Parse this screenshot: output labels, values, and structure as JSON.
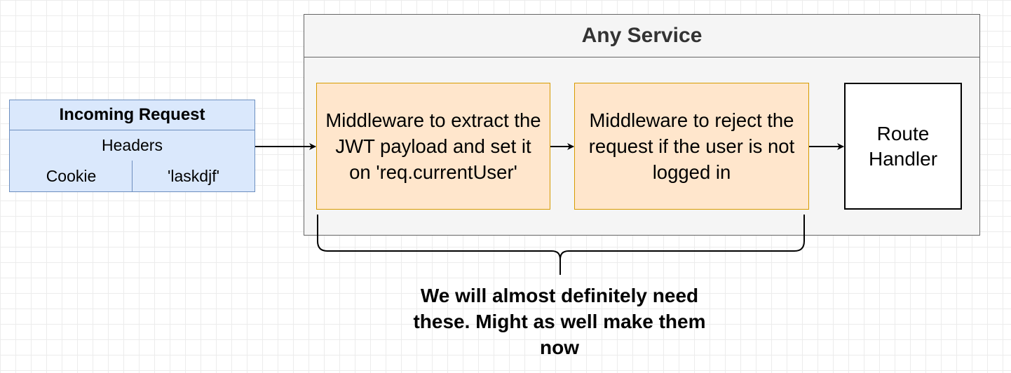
{
  "request": {
    "title": "Incoming Request",
    "headers_label": "Headers",
    "cookie_key": "Cookie",
    "cookie_value": "'laskdjf'"
  },
  "service": {
    "title": "Any Service",
    "middleware_extract": "Middleware to extract the JWT payload and set it on 'req.currentUser'",
    "middleware_reject": "Middleware to reject the request if the user is not logged in",
    "route_handler": "Route Handler"
  },
  "note": "We will almost definitely need these.  Might as well make them now",
  "colors": {
    "request_fill": "#dae8fc",
    "request_border": "#6c8ebf",
    "middleware_fill": "#ffe6cc",
    "middleware_border": "#d79b00",
    "service_fill": "#f5f5f5",
    "service_border": "#666666"
  }
}
